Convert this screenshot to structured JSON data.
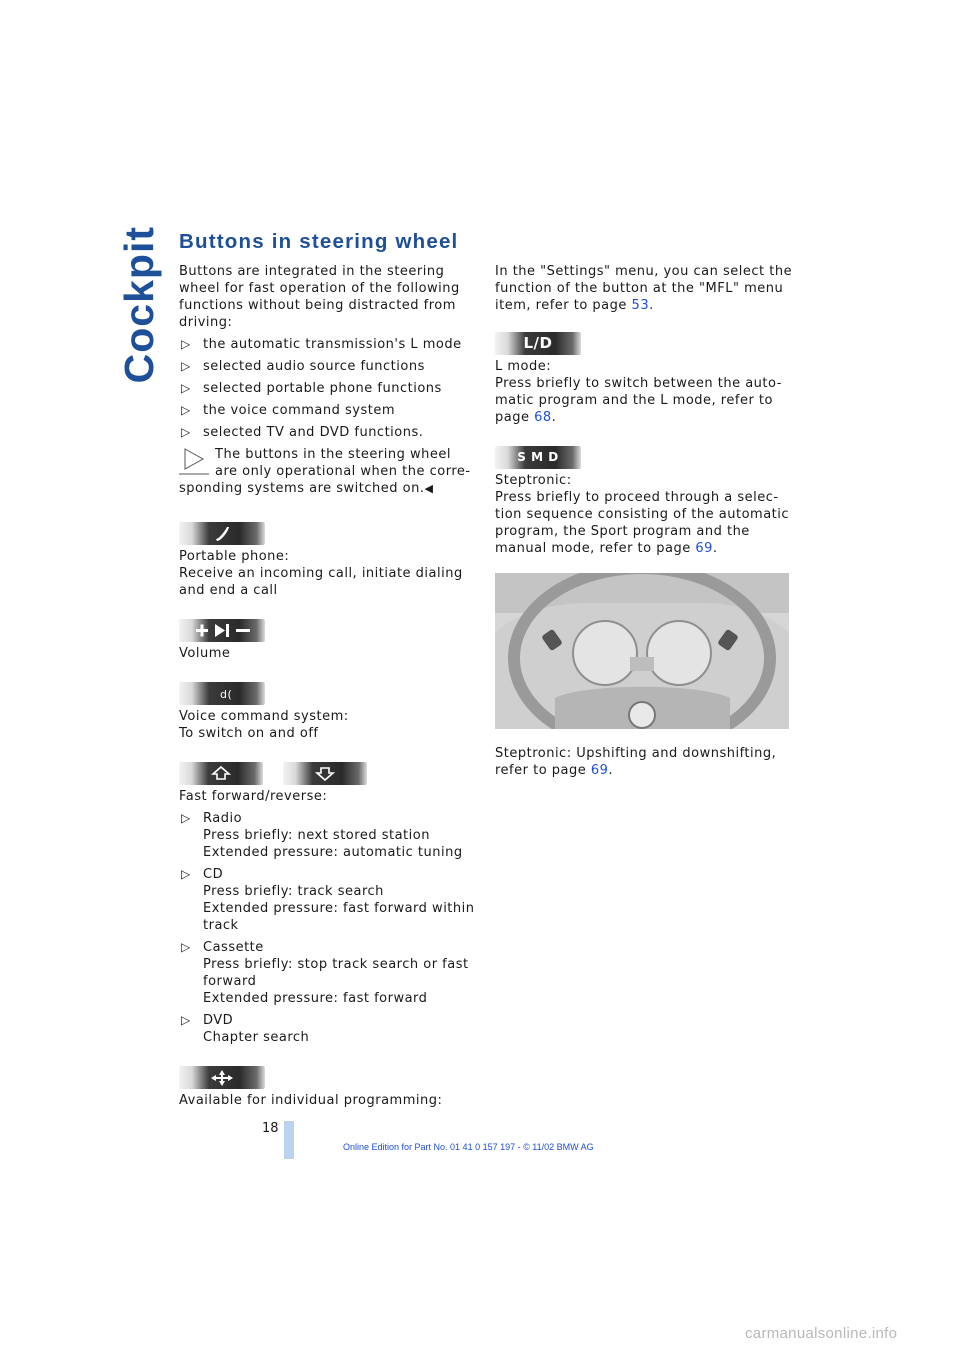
{
  "section_tab": "Cockpit",
  "title": "Buttons in steering wheel",
  "intro": "Buttons are integrated in the steering wheel for fast operation of the following functions without being distracted from driving:",
  "function_list": [
    "the automatic transmission's L mode",
    "selected audio source functions",
    "selected portable phone functions",
    "the voice command system",
    "selected TV and DVD functions."
  ],
  "note": "The buttons in the steering wheel are only operational when the corre-sponding systems are switched on.",
  "note_end_mark": "◀",
  "phone": {
    "label": "Portable phone:",
    "text": "Receive an incoming call, initiate dialing and end a call"
  },
  "volume": {
    "label": "Volume"
  },
  "voice": {
    "label": "Voice command system:",
    "text": "To switch on and off"
  },
  "fast_forward": {
    "label": "Fast forward/reverse:",
    "items": [
      {
        "title": "Radio",
        "lines": [
          "Press briefly: next stored station",
          "Extended pressure: automatic tuning"
        ]
      },
      {
        "title": "CD",
        "lines": [
          "Press briefly: track search",
          "Extended pressure: fast forward within track"
        ]
      },
      {
        "title": "Cassette",
        "lines": [
          "Press briefly: stop track search or fast forward",
          "Extended pressure: fast forward"
        ]
      },
      {
        "title": "DVD",
        "lines": [
          "Chapter search"
        ]
      }
    ]
  },
  "programmable": {
    "label": "Available for individual programming:"
  },
  "settings": {
    "text": "In the \"Settings\" menu, you can select the function of the button at the \"MFL\" menu item, refer to page",
    "page": "53",
    "end": "."
  },
  "l_mode": {
    "button": "L/D",
    "label": "L mode:",
    "text": "Press briefly to switch between the auto-matic program and the L mode, refer to page",
    "page": "68",
    "end": "."
  },
  "steptronic": {
    "button": "S M D",
    "label": "Steptronic:",
    "text": "Press briefly to proceed through a selec-tion sequence consisting of the automatic program, the Sport program and the manual mode, refer to page",
    "page": "69",
    "end": "."
  },
  "steptronic_shift": {
    "text": "Steptronic: Upshifting and downshifting, refer to page",
    "page": "69",
    "end": "."
  },
  "footer": {
    "page_number": "18",
    "edition": "Online Edition for Part No. 01 41 0 157 197 - © 11/02 BMW AG"
  },
  "watermark": "carmanualsonline.info",
  "colors": {
    "accent": "#1e4f99",
    "link": "#1e4fd6"
  }
}
